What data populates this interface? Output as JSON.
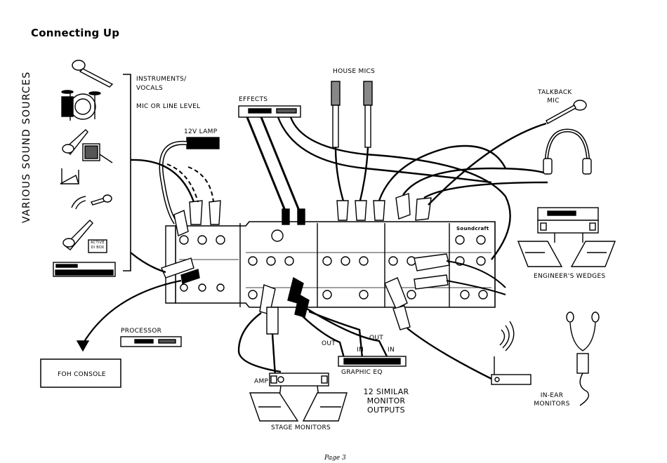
{
  "title": "Connecting Up",
  "sources_heading": "VARIOUS SOUND SOURCES",
  "labels": {
    "instruments": "INSTRUMENTS/",
    "vocals": "VOCALS",
    "mic_line": "MIC OR LINE LEVEL",
    "lamp": "12V LAMP",
    "effects": "EFFECTS",
    "house_mics": "HOUSE MICS",
    "talkback_1": "TALKBACK",
    "talkback_2": "MIC",
    "brand": "Soundcraft",
    "engineers_wedges": "ENGINEER'S WEDGES",
    "processor": "PROCESSOR",
    "foh_console": "FOH CONSOLE",
    "amp": "AMP",
    "out1": "OUT",
    "in1": "IN",
    "out2": "OUT",
    "in2": "IN",
    "graphic_eq": "GRAPHIC EQ",
    "monitors_1": "12 SIMILAR",
    "monitors_2": "MONITOR",
    "monitors_3": "OUTPUTS",
    "stage_monitors": "STAGE MONITORS",
    "in_ear_1": "IN-EAR",
    "in_ear_2": "MONITORS",
    "active_1": "ACTIVE",
    "active_2": "DI BOX"
  },
  "page_number": "Page 3"
}
